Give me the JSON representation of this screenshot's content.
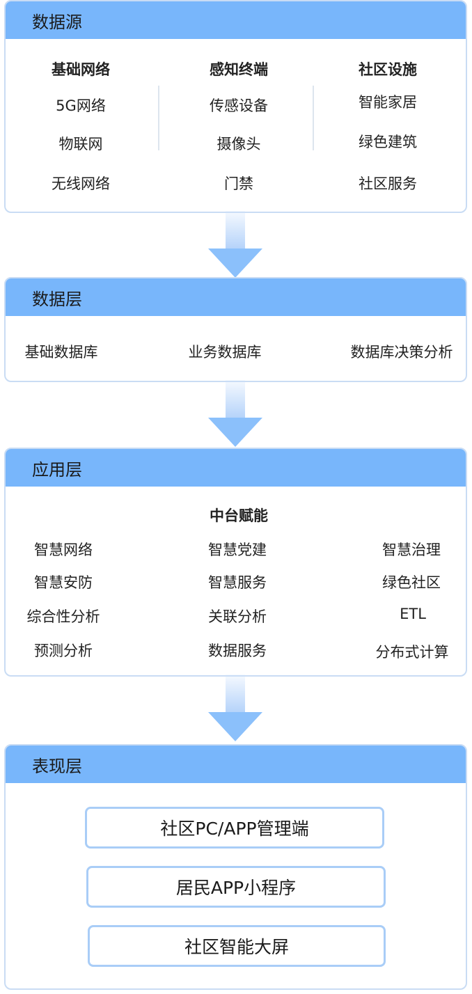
{
  "data_source": {
    "title": "数据源",
    "columns": [
      {
        "heading": "基础网络",
        "items": [
          "5G网络",
          "物联网",
          "无线网络"
        ]
      },
      {
        "heading": "感知终端",
        "items": [
          "传感设备",
          "摄像头",
          "门禁"
        ]
      },
      {
        "heading": "社区设施",
        "items": [
          "智能家居",
          "绿色建筑",
          "社区服务"
        ]
      }
    ]
  },
  "data_layer": {
    "title": "数据层",
    "items": [
      "基础数据库",
      "业务数据库",
      "数据库决策分析"
    ]
  },
  "app_layer": {
    "title": "应用层",
    "center_heading": "中台赋能",
    "rows": [
      [
        "智慧网络",
        "智慧党建",
        "智慧治理"
      ],
      [
        "智慧安防",
        "智慧服务",
        "绿色社区"
      ],
      [
        "综合性分析",
        "关联分析",
        "ETL"
      ],
      [
        "预测分析",
        "数据服务",
        "分布式计算"
      ]
    ]
  },
  "presentation_layer": {
    "title": "表现层",
    "buttons": [
      "社区PC/APP管理端",
      "居民APP小程序",
      "社区智能大屏"
    ]
  }
}
